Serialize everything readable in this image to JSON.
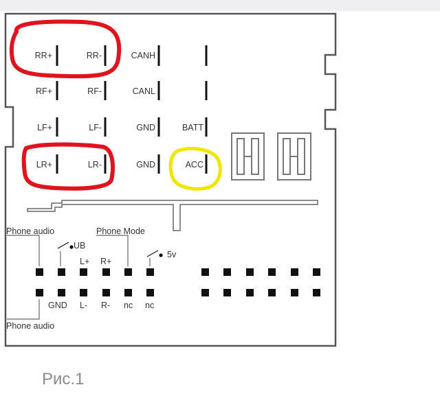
{
  "connector_top": {
    "row1": [
      "RR+",
      "RR-",
      "CANH"
    ],
    "row2": [
      "RF+",
      "RF-",
      "CANL"
    ],
    "row3": [
      "LF+",
      "LF-",
      "GND",
      "BATT"
    ],
    "row4": [
      "LR+",
      "LR-",
      "GND",
      "ACC"
    ]
  },
  "connector_bottom": {
    "phone_audio_top": "Phone audio",
    "phone_mode": "Phone Mode",
    "ub": "UB",
    "five_v": "5v",
    "l_plus": "L+",
    "r_plus": "R+",
    "gnd": "GND",
    "l_minus": "L-",
    "r_minus": "R-",
    "nc1": "nc",
    "nc2": "nc",
    "phone_audio_bottom": "Phone audio"
  },
  "highlights": {
    "red": "#e0141e",
    "yellow": "#f2e600"
  },
  "caption": "Рис.1"
}
